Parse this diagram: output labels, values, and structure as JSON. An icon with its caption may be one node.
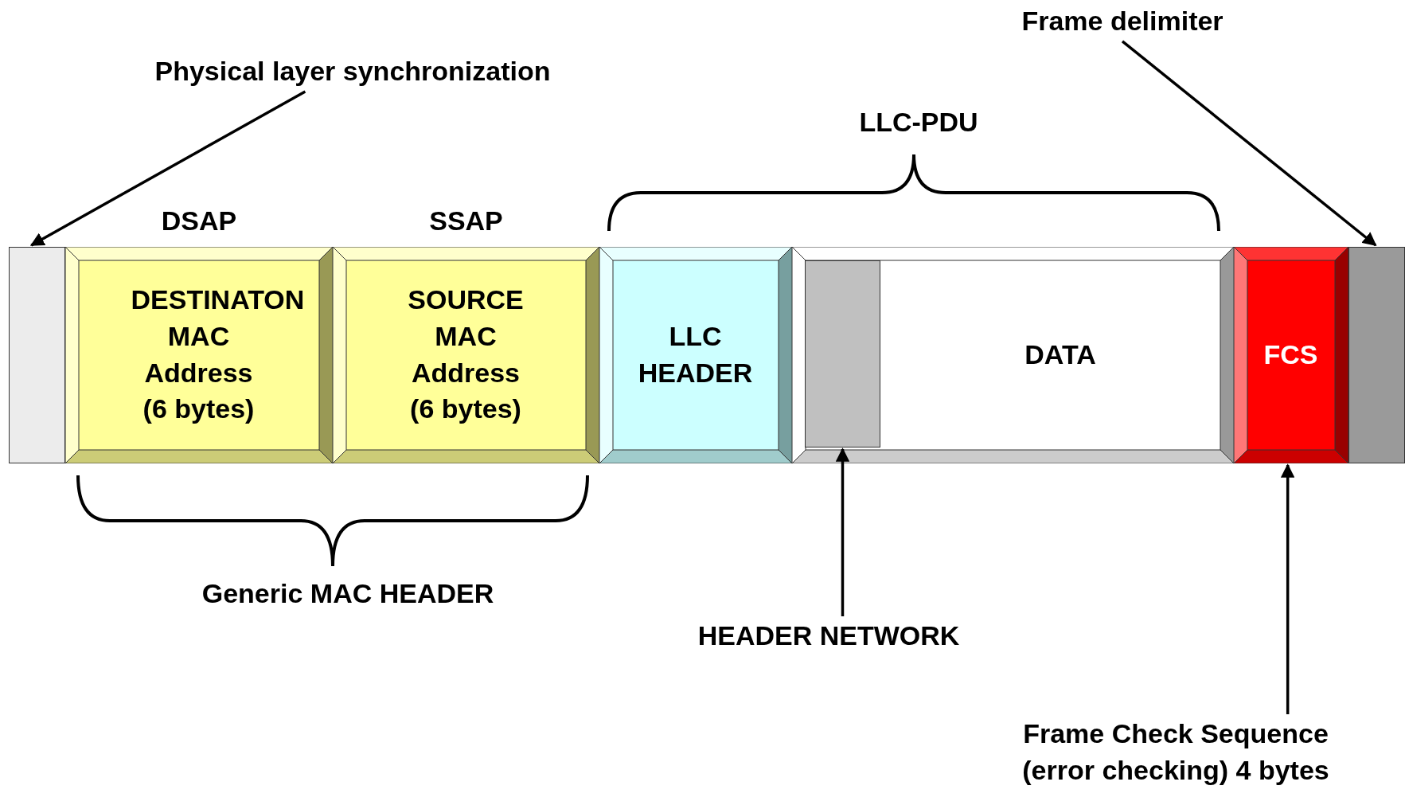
{
  "diagram": {
    "nodes": [
      {
        "text": [
          "Physical layer synchronization"
        ]
      },
      {
        "text": [],
        "shape": "box"
      },
      {
        "text": [
          "DSAP",
          "DESTINATON MAC Address (6 bytes)"
        ]
      },
      {
        "text": [
          "SSAP",
          "SOURCE MAC Address (6 bytes)"
        ]
      },
      {
        "text": [
          "LLC HEADER"
        ]
      },
      {
        "text": [
          "DATA"
        ]
      },
      {
        "text": [],
        "shape": "box",
        "in": 5
      },
      {
        "text": [
          "FCS"
        ]
      },
      {
        "text": [],
        "shape": "box"
      },
      {
        "text": [
          "Frame delimiter"
        ]
      },
      {
        "text": [
          "HEADER NETWORK"
        ]
      },
      {
        "text": [
          "Frame Check Sequence (error checking) 4 bytes"
        ]
      }
    ],
    "edges": [
      {
        "from": 0,
        "to": 1,
        "arrow": "to"
      },
      {
        "from": 9,
        "to": 8,
        "arrow": "to"
      },
      {
        "from": 10,
        "to": 6,
        "arrow": "to"
      },
      {
        "from": 11,
        "to": 7,
        "arrow": "to"
      }
    ],
    "labels": [
      "LLC-PDU",
      "Generic MAC HEADER"
    ]
  }
}
